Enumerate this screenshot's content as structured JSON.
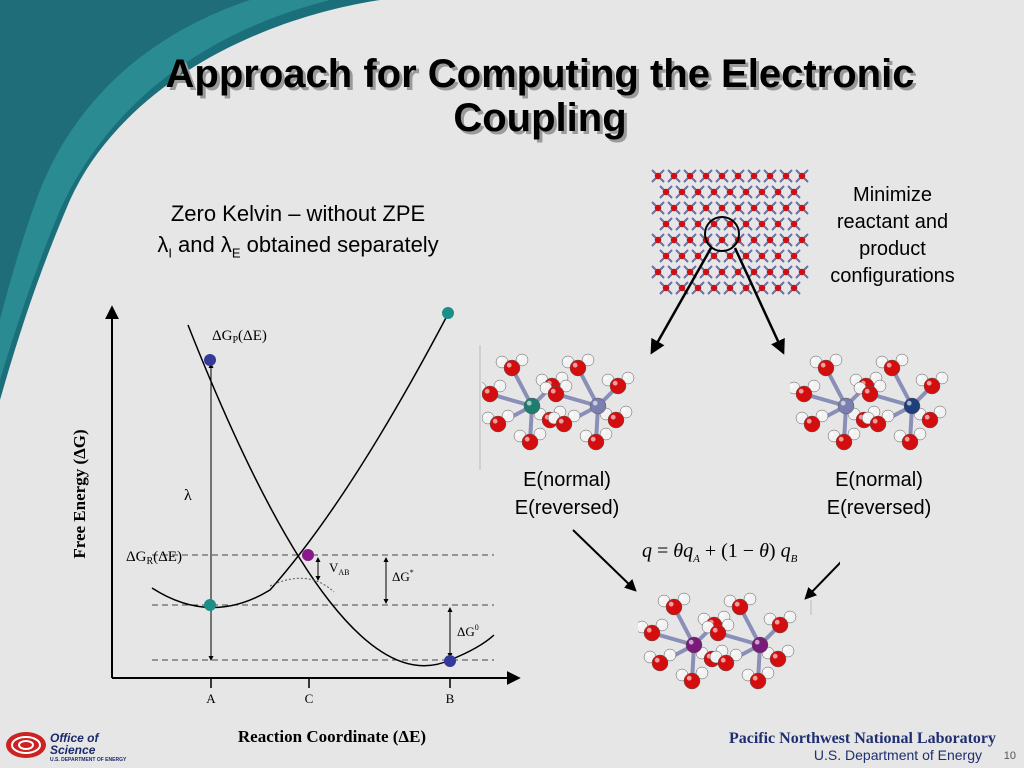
{
  "slide": {
    "title_line1": "Approach for Computing the Electronic",
    "title_line2": "Coupling",
    "subtitle_line1": "Zero Kelvin – without ZPE",
    "subtitle_lambda1": "λ",
    "subtitle_sub_i": "I",
    "subtitle_and": " and λ",
    "subtitle_sub_e": "E",
    "subtitle_rest": " obtained separately",
    "minimize_lines": [
      "Minimize",
      "reactant and",
      "product",
      "configurations"
    ],
    "left_labels": [
      "E(normal)",
      "E(reversed)"
    ],
    "right_labels": [
      "E(normal)",
      "E(reversed)"
    ],
    "equation": {
      "q": "q",
      "eq": " = ",
      "theta": "θ",
      "qa": "q",
      "qa_sub": "A",
      "plus": " + (1 − ",
      "theta2": "θ",
      "close": ") ",
      "qb": "q",
      "qb_sub": "B"
    },
    "footer": {
      "office_line1": "Office of",
      "office_line2": "Science",
      "office_line3": "U.S. DEPARTMENT OF ENERGY",
      "lab_name": "Pacific Northwest National Laboratory",
      "department": "U.S. Department of Energy",
      "page_number": "10"
    }
  },
  "diagram": {
    "y_axis_label": "Free Energy (ΔG)",
    "x_axis_label": "Reaction Coordinate (ΔE)",
    "x_ticks": [
      "A",
      "C",
      "B"
    ],
    "curve_labels": {
      "product": "ΔG",
      "product_sub": "P",
      "product_tail": "(ΔE)",
      "reactant": "ΔG",
      "reactant_sub": "R",
      "reactant_tail": "(ΔE)"
    },
    "lambda": "λ",
    "vab": "V",
    "vab_sub": "AB",
    "dg_star": "ΔG",
    "dg_star_sup": "*",
    "dg_zero": "ΔG",
    "dg_zero_sup": "0"
  },
  "colors": {
    "point_blue": "#343a9b",
    "point_teal": "#1a8f8a",
    "point_purple": "#8a1a8a",
    "atom_red": "#d40e0e",
    "atom_white": "#f2f2f2",
    "atom_teal": "#1e7d6e",
    "atom_slate": "#7a7fb0",
    "atom_navy": "#1f3f7a",
    "atom_purple": "#7a1a7a"
  }
}
